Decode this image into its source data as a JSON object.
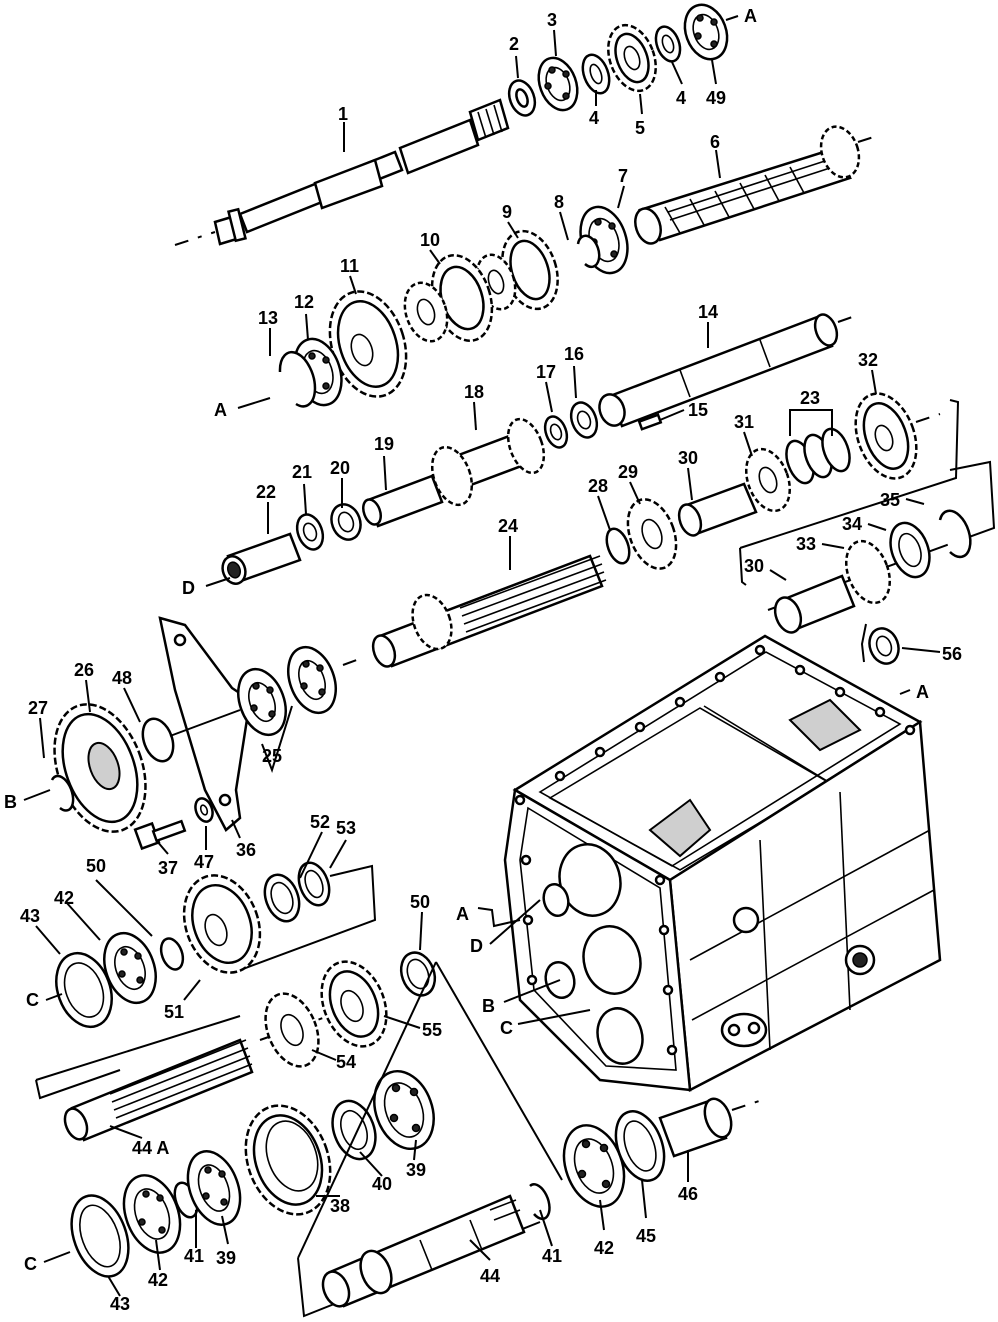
{
  "labels": {
    "n1": "1",
    "n2": "2",
    "n3": "3",
    "n4a": "4",
    "n4b": "4",
    "n5": "5",
    "n6": "6",
    "n7": "7",
    "n8": "8",
    "n9": "9",
    "n10": "10",
    "n11": "11",
    "n12": "12",
    "n13": "13",
    "n14": "14",
    "n15": "15",
    "n16": "16",
    "n17": "17",
    "n18": "18",
    "n19": "19",
    "n20": "20",
    "n21": "21",
    "n22": "22",
    "n23": "23",
    "n24": "24",
    "n25": "25",
    "n26": "26",
    "n27": "27",
    "n28": "28",
    "n29": "29",
    "n30a": "30",
    "n30b": "30",
    "n31": "31",
    "n32": "32",
    "n33": "33",
    "n34": "34",
    "n35": "35",
    "n36": "36",
    "n37": "37",
    "n38": "38",
    "n39a": "39",
    "n39b": "39",
    "n40": "40",
    "n41a": "41",
    "n41b": "41",
    "n42a": "42",
    "n42b": "42",
    "n42c": "42",
    "n43a": "43",
    "n43b": "43",
    "n44": "44",
    "n44a": "44 A",
    "n45": "45",
    "n46": "46",
    "n47": "47",
    "n48": "48",
    "n49": "49",
    "n50a": "50",
    "n50b": "50",
    "n51": "51",
    "n52": "52",
    "n53": "53",
    "n54": "54",
    "n55": "55",
    "n56": "56"
  },
  "letters": {
    "a_top": "A",
    "a_left": "A",
    "a_case": "A",
    "a_front": "A",
    "b_left": "B",
    "b_front": "B",
    "c_left": "C",
    "c_bottom": "C",
    "c_front": "C",
    "d_left": "D",
    "d_front": "D"
  }
}
